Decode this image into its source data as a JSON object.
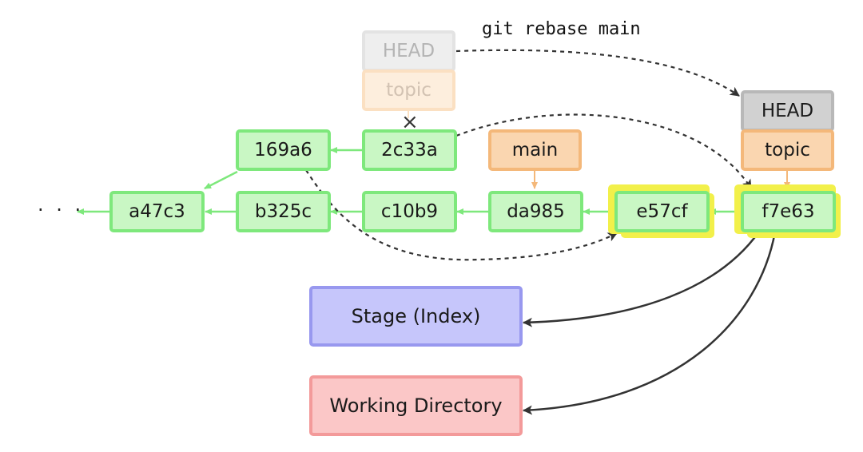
{
  "command": "git rebase main",
  "ellipsis": "· · ·",
  "cross": "×",
  "refs": {
    "old_head": "HEAD",
    "old_topic": "topic",
    "head": "HEAD",
    "topic": "topic",
    "main": "main"
  },
  "commits": {
    "c_169a6": "169a6",
    "c_2c33a": "2c33a",
    "c_a47c3": "a47c3",
    "c_b325c": "b325c",
    "c_c10b9": "c10b9",
    "c_da985": "da985",
    "c_e57cf": "e57cf",
    "c_f7e63": "f7e63"
  },
  "areas": {
    "stage": "Stage (Index)",
    "working_directory": "Working Directory"
  },
  "colors": {
    "commit_fill": "#c9f7c4",
    "commit_border": "#7ee87c",
    "ref_fill": "#fad6b0",
    "ref_border": "#f4b87a",
    "head_fill": "#d1d1d1",
    "highlight": "#f2f04a",
    "stage_fill": "#c6c6fb",
    "wd_fill": "#fbc7c7"
  }
}
